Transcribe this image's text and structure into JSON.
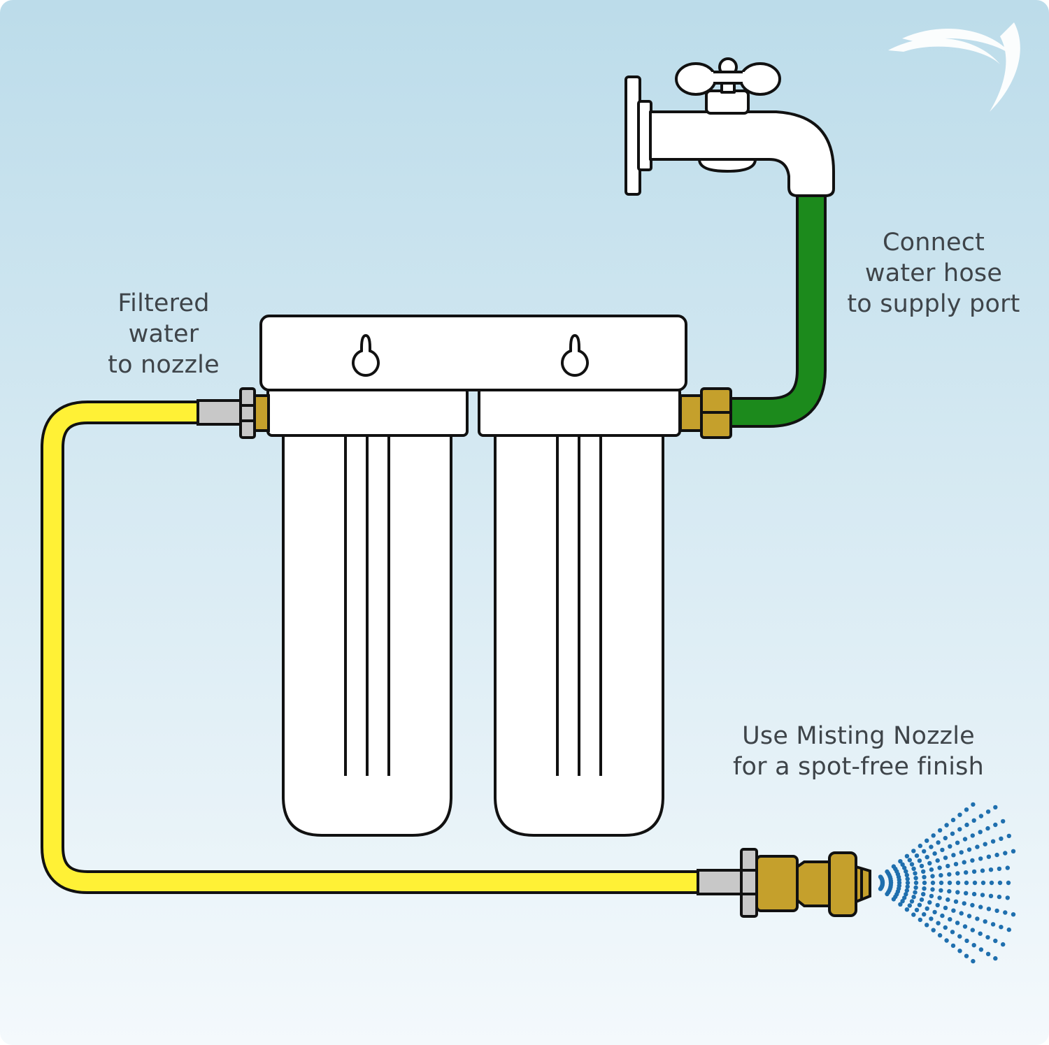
{
  "labels": {
    "filtered": [
      "Filtered",
      "water",
      "to nozzle"
    ],
    "connect": [
      "Connect",
      "water hose",
      "to supply port"
    ],
    "misting": [
      "Use Misting Nozzle",
      "for a spot-free finish"
    ]
  },
  "colors": {
    "background_top": "#bcdcea",
    "background_bottom": "#f4f9fc",
    "outline": "#111111",
    "housing": "#ffffff",
    "supply_hose": "#1c8a1c",
    "output_hose": "#fff136",
    "brass": "#c5a02c",
    "steel": "#c8c8c8",
    "mist": "#1f6fae",
    "text": "#3e4449"
  },
  "icons": [
    "faucet-icon",
    "keyhole-icon",
    "brass-fitting-icon",
    "misting-nozzle-icon",
    "spray-icon",
    "logo-icon"
  ]
}
